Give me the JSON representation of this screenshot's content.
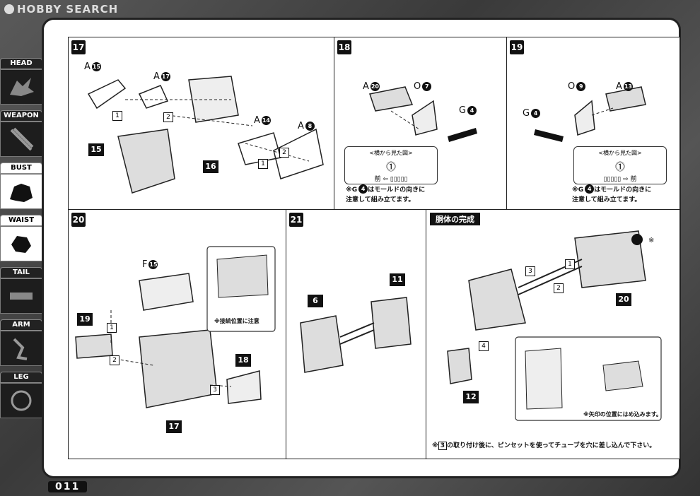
{
  "watermark": "HOBBY SEARCH",
  "side_tabs": [
    {
      "label": "HEAD",
      "icon": "head-part-icon",
      "active": false
    },
    {
      "label": "WEAPON",
      "icon": "weapon-part-icon",
      "active": false
    },
    {
      "label": "BUST",
      "icon": "bust-part-icon",
      "active": true
    },
    {
      "label": "WAIST",
      "icon": "waist-part-icon",
      "active": true
    },
    {
      "label": "TAIL",
      "icon": "tail-part-icon",
      "active": false
    },
    {
      "label": "ARM",
      "icon": "arm-part-icon",
      "active": false
    },
    {
      "label": "LEG",
      "icon": "leg-part-icon",
      "active": false
    }
  ],
  "page_number": "011",
  "steps": {
    "s17": {
      "num": "17",
      "parts": {
        "a15": "A",
        "a15n": "15",
        "a17": "A",
        "a17n": "17",
        "a14": "A",
        "a14n": "14",
        "a8": "A",
        "a8n": "8"
      },
      "sub": [
        "15",
        "16"
      ],
      "order": [
        "1",
        "2",
        "2",
        "1"
      ]
    },
    "s18": {
      "num": "18",
      "a20": "A",
      "a20n": "20",
      "o7": "O",
      "o7n": "7",
      "g4": "G",
      "g4n": "4",
      "note_title": "<横から見た図>",
      "front": "前",
      "note1": "※G",
      "note1n": "4",
      "note1b": "はモールドの向きに",
      "note2": "注意して組み立てます。"
    },
    "s19": {
      "num": "19",
      "o9": "O",
      "o9n": "9",
      "a13": "A",
      "a13n": "13",
      "g4": "G",
      "g4n": "4",
      "note_title": "<横から見た図>",
      "front": "前",
      "note1": "※G",
      "note1n": "4",
      "note1b": "はモールドの向きに",
      "note2": "注意して組み立てます。"
    },
    "s20": {
      "num": "20",
      "f15": "F",
      "f15n": "15",
      "sub": [
        "19",
        "17",
        "18"
      ],
      "order": [
        "1",
        "2",
        "3"
      ],
      "note": "※接続位置に注意"
    },
    "s21": {
      "num": "21",
      "sub": [
        "6",
        "11"
      ]
    },
    "done": {
      "title": "胴体の完成",
      "sub": [
        "20",
        "12"
      ],
      "order": [
        "3",
        "1",
        "2",
        "4"
      ],
      "star": "※",
      "inset_note": "※矢印の位置にはめ込みます。",
      "footer_pre": "※",
      "footer_num": "3",
      "footer_post": "の取り付け後に、ピンセットを使ってチューブを穴に差し込んで下さい。"
    }
  }
}
